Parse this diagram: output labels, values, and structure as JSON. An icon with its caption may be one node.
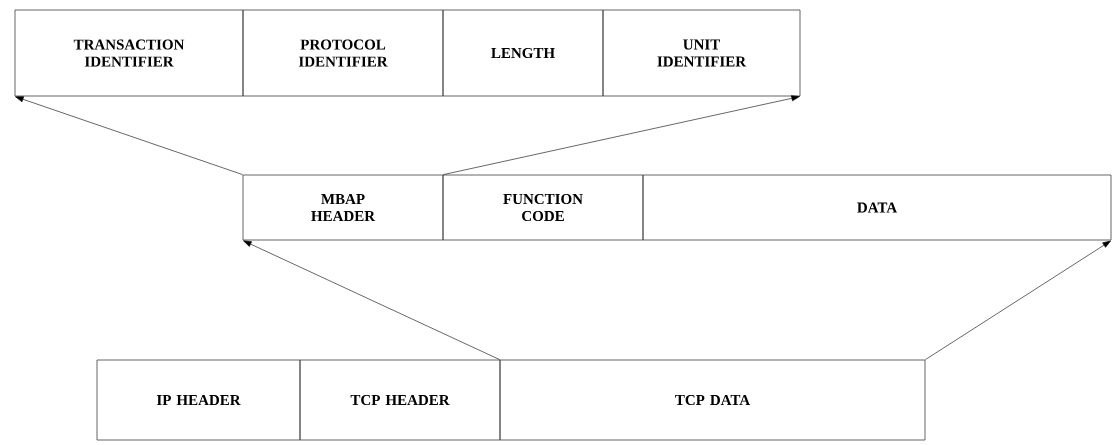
{
  "diagram": {
    "nodes": [
      {
        "text": [
          "TRANSACTION IDENTIFIER"
        ]
      },
      {
        "text": [
          "PROTOCOL IDENTIFIER"
        ]
      },
      {
        "text": [
          "LENGTH"
        ]
      },
      {
        "text": [
          "UNIT IDENTIFIER"
        ]
      },
      {
        "text": [
          "MBAP HEADER"
        ]
      },
      {
        "text": [
          "FUNCTION CODE"
        ]
      },
      {
        "text": [
          "DATA"
        ]
      },
      {
        "text": [
          "IP HEADER"
        ]
      },
      {
        "text": [
          "TCP HEADER"
        ]
      },
      {
        "text": [
          "TCP DATA"
        ]
      }
    ],
    "edges": [
      {
        "from": 4,
        "to": 0,
        "arrow": "to"
      },
      {
        "from": 4,
        "to": 3,
        "arrow": "to"
      },
      {
        "from": 9,
        "to": 4,
        "arrow": "to"
      },
      {
        "from": 9,
        "to": 6,
        "arrow": "to"
      }
    ]
  }
}
